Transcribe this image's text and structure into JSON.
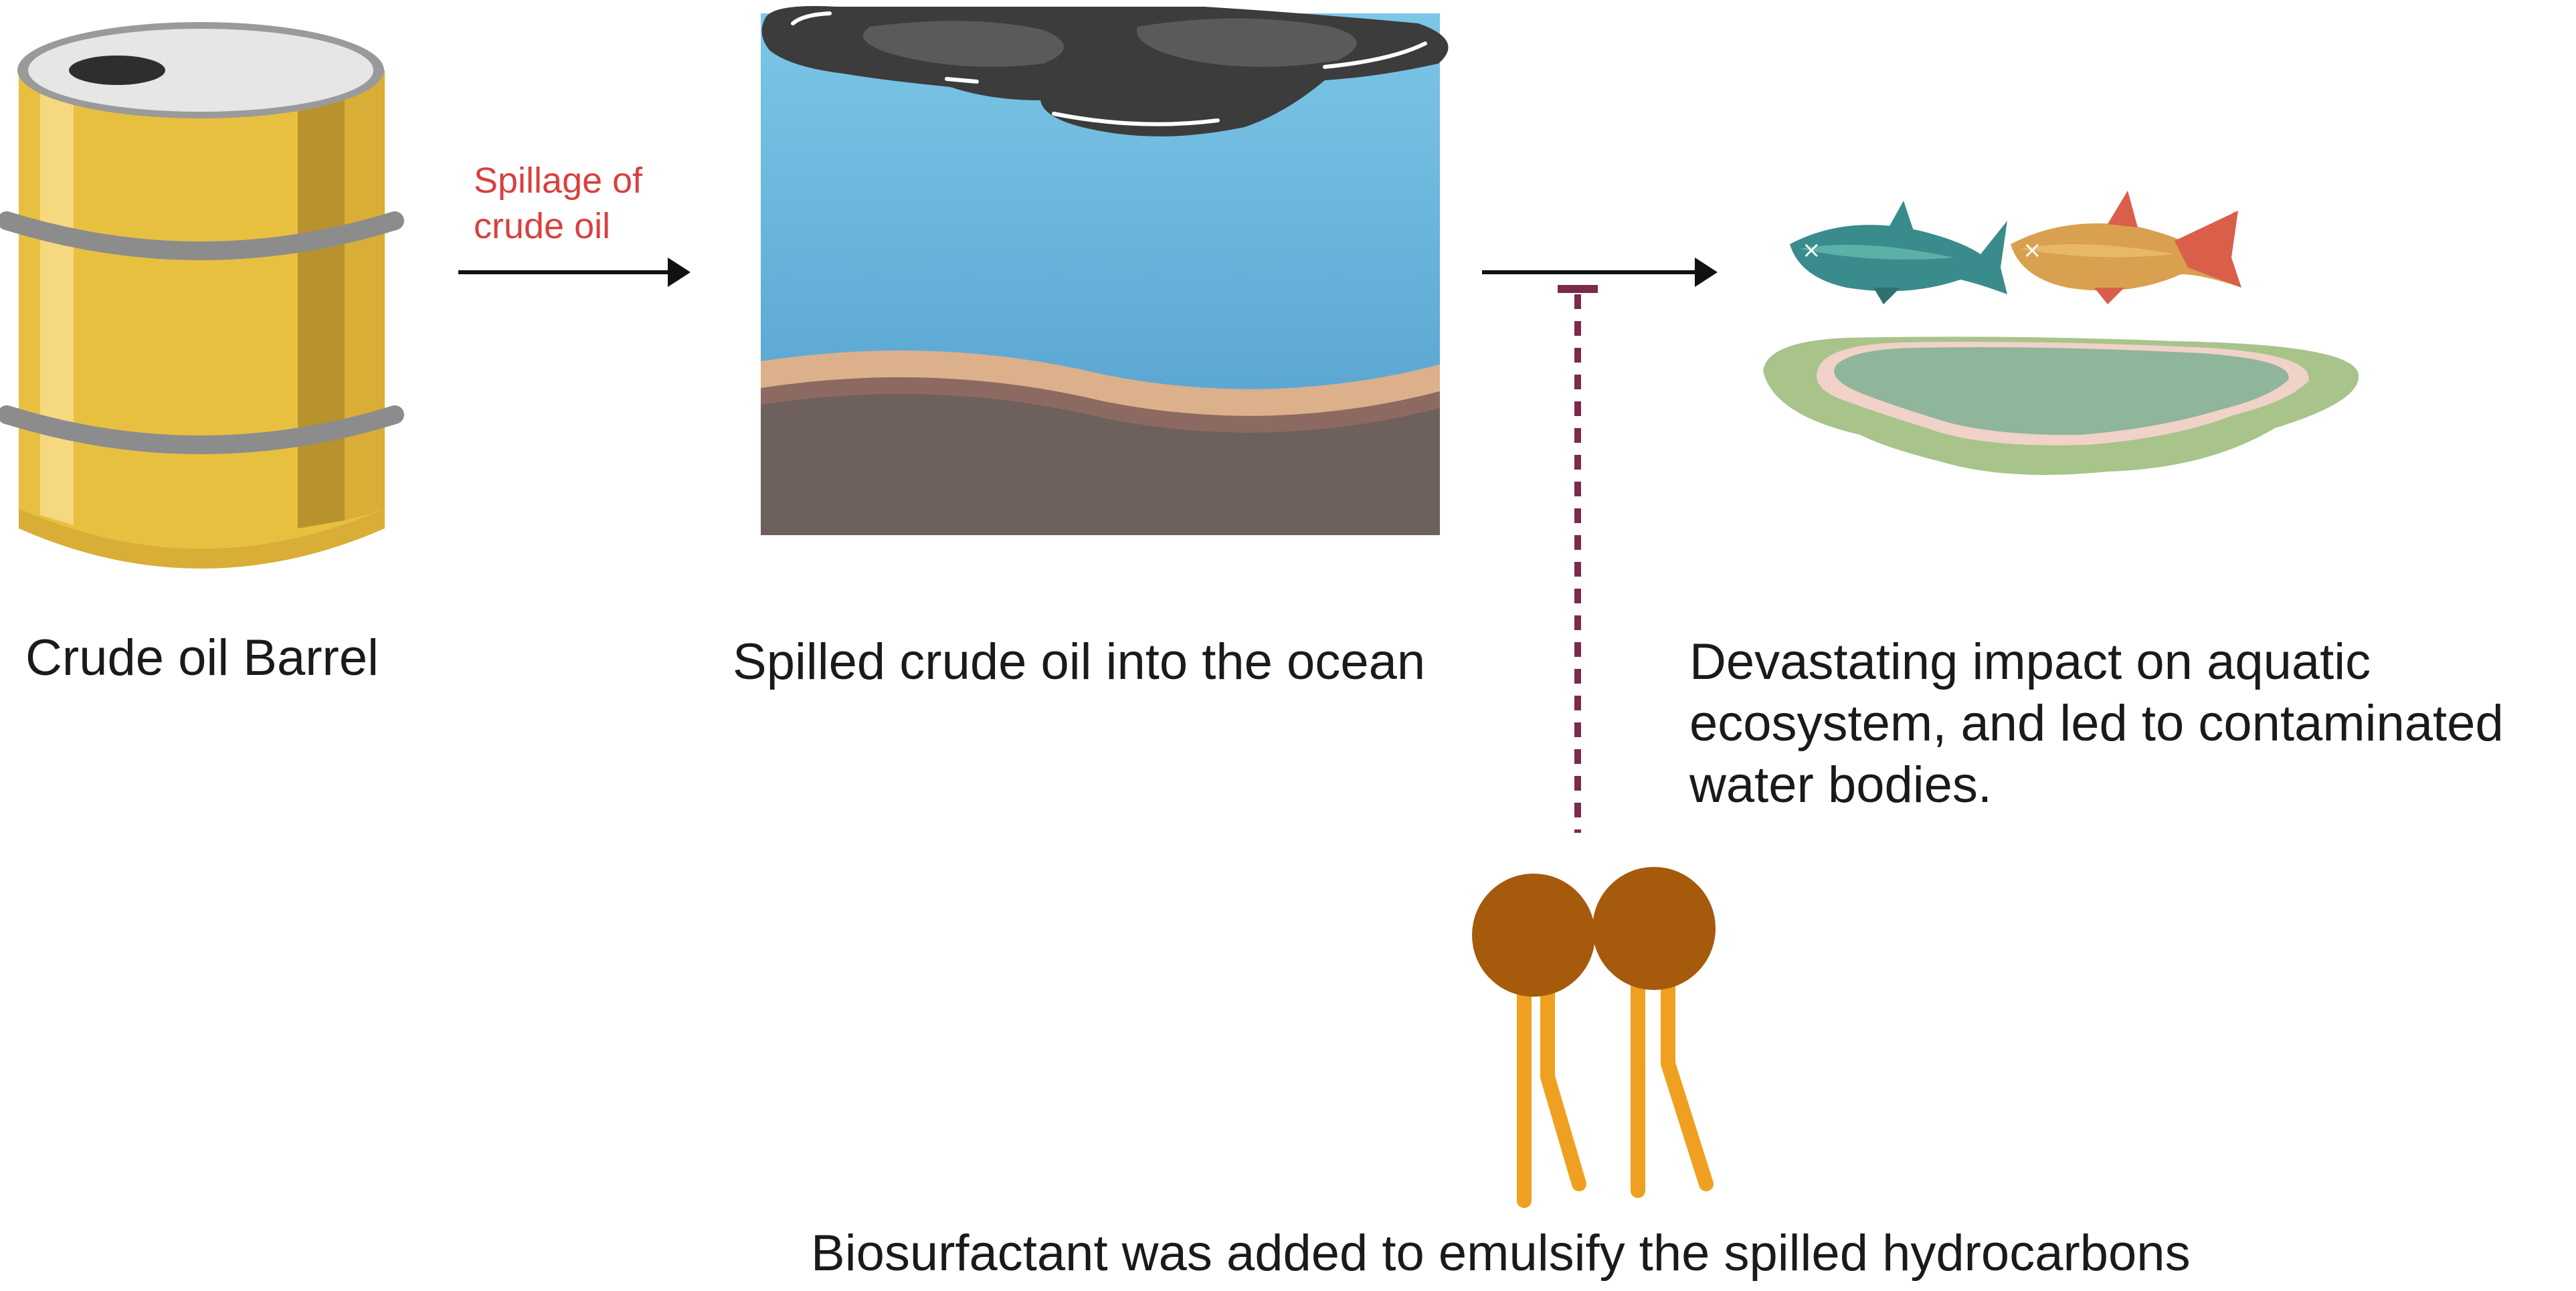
{
  "labels": {
    "barrel": "Crude oil Barrel",
    "ocean": "Spilled crude oil into the ocean",
    "impact_lines": [
      "Devastating impact on aquatic",
      "ecosystem, and led to contaminated",
      "water bodies."
    ],
    "biosurfactant": "Biosurfactant was added to emulsify the spilled hydrocarbons",
    "spillage_lines": [
      "Spillage of",
      "crude oil"
    ]
  },
  "colors": {
    "barrel_body": "#e8c040",
    "barrel_shade": "#b8922c",
    "barrel_ring": "#8c8c8c",
    "ocean_water": "#6fb9db",
    "oil_slick": "#4a4a4a",
    "sediment": "#6e605c",
    "spillage_text": "#d94040",
    "inhibition_line": "#7a2a4a",
    "surfactant_head": "#a65a0c",
    "surfactant_tail": "#f0a020",
    "fish_teal": "#3a8c8c",
    "fish_orange": "#d9a050",
    "pond_water": "#8fb59a"
  },
  "icons": [
    "oil-barrel-icon",
    "ocean-spill-icon",
    "dead-fish-icon",
    "contaminated-pond-icon",
    "biosurfactant-icon"
  ]
}
